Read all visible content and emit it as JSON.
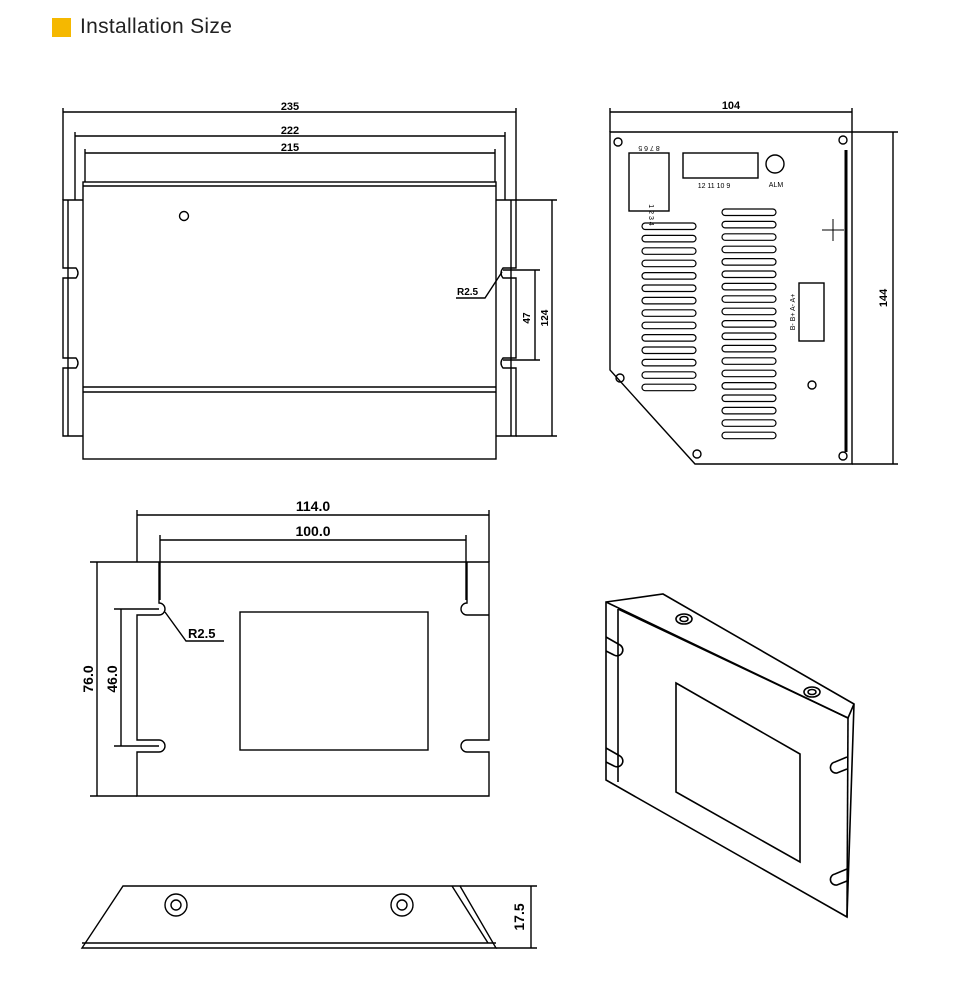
{
  "header": {
    "title": "Installation Size",
    "accent_color": "#f5b800"
  },
  "top_view": {
    "overall_width": "235",
    "mid_width": "222",
    "inner_width": "215",
    "slot_pitch": "47",
    "overall_height": "124",
    "radius_label": "R2.5"
  },
  "side_view": {
    "width": "104",
    "height": "144",
    "pcb_labels": {
      "top_row": "8 7 6 5",
      "switch_label": "1 2 3 4",
      "connector_label": "12 11 10 9",
      "led_label": "ALM",
      "io_label": "B- B+ A- A+"
    }
  },
  "bracket_view": {
    "outer_width": "114.0",
    "inner_width": "100.0",
    "outer_height": "76.0",
    "inner_height": "46.0",
    "radius_label": "R2.5"
  },
  "edge_view": {
    "thickness": "17.5"
  }
}
